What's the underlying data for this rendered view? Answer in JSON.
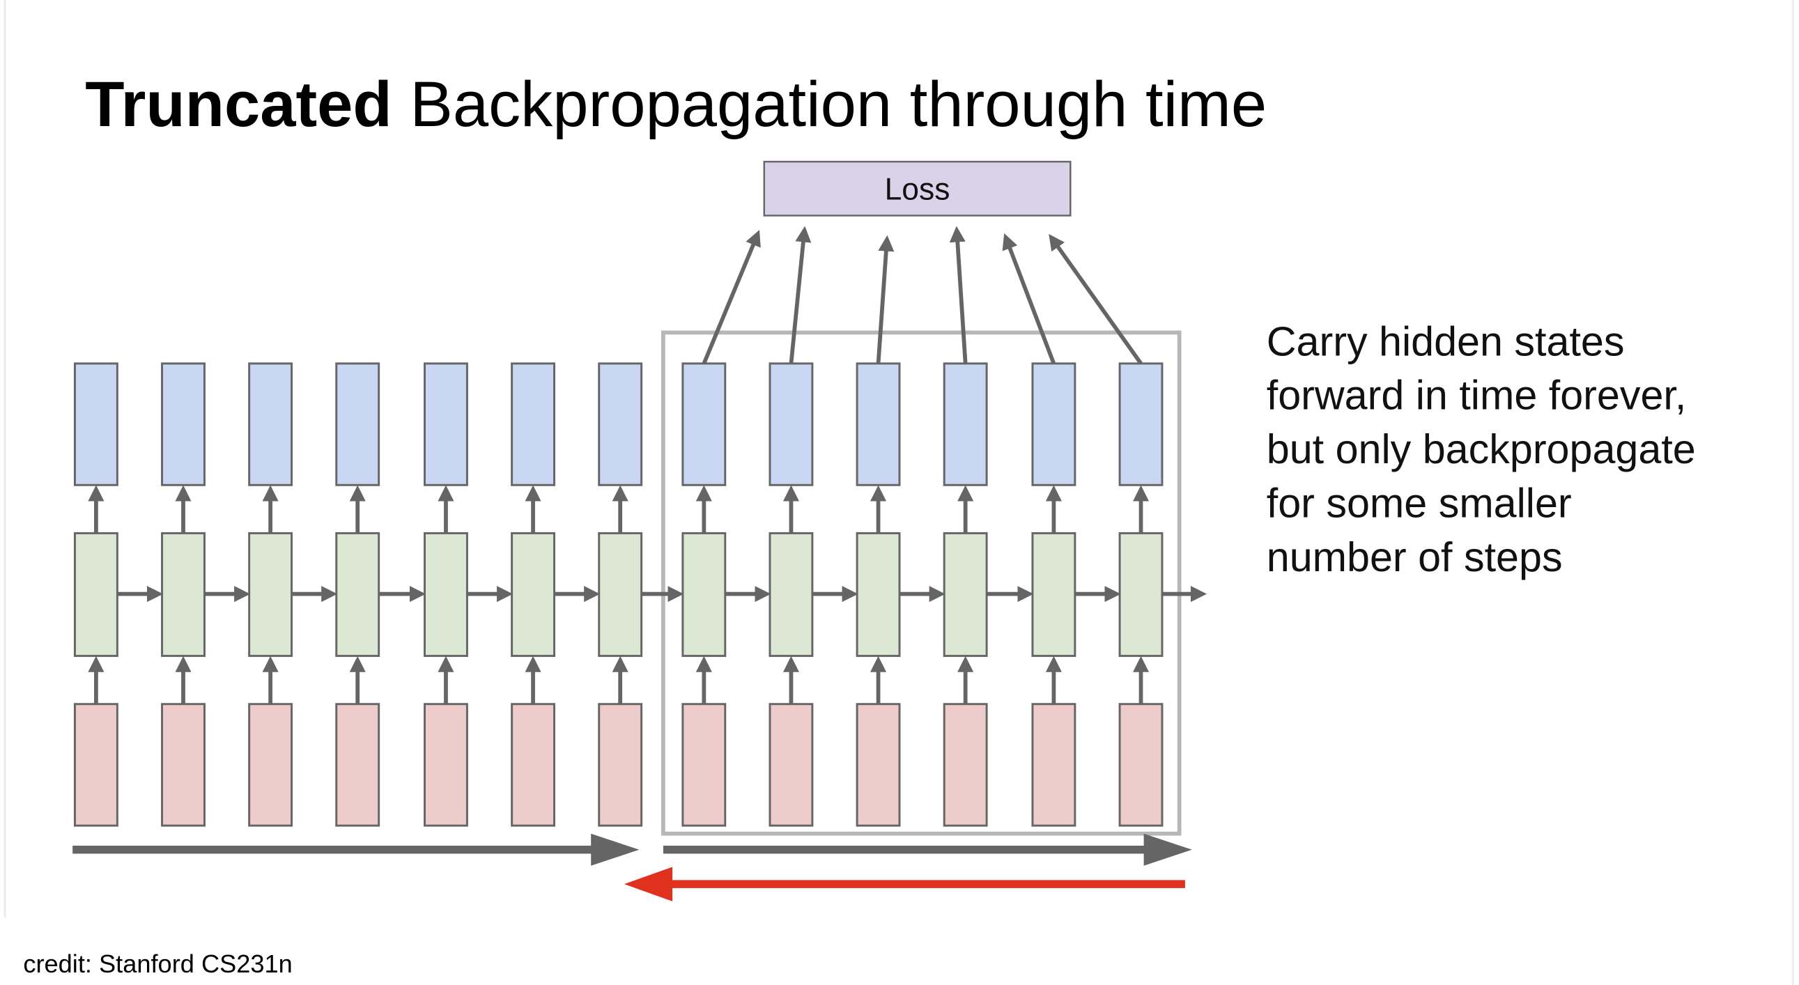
{
  "title": {
    "bold": "Truncated",
    "rest": " Backpropagation through time"
  },
  "loss_label": "Loss",
  "description": [
    "Carry hidden states",
    "forward in time forever,",
    "but only backpropagate",
    "for some smaller",
    "number of steps"
  ],
  "credit": "credit: Stanford CS231n",
  "timesteps_total": 13,
  "truncated_window_steps": 6,
  "colors": {
    "output": "#c9d7f4",
    "hidden": "#dce8d4",
    "input": "#efcccc",
    "loss": "#d9d2e9",
    "arrow": "#656565",
    "window": "#b7b7b7",
    "backprop": "#e0301e"
  }
}
